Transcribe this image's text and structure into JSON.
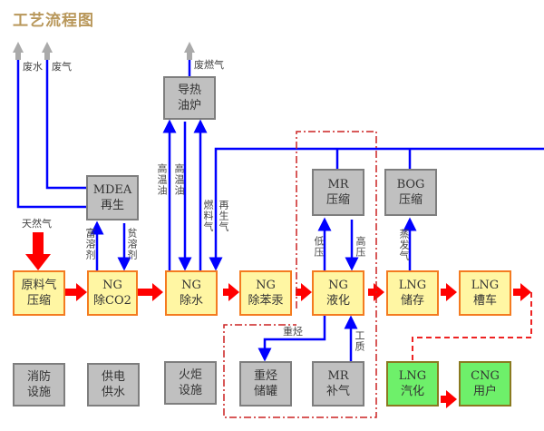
{
  "title": "工艺流程图",
  "colors": {
    "title": "#b8975a",
    "process_fill": "#fff6a3",
    "process_border": "#f47b20",
    "aux_fill": "#c0c0c0",
    "aux_border": "#7e7e7e",
    "green_fill": "#6ef06a",
    "main_flow": "#ff0000",
    "utility_flow": "#0000ff",
    "exhaust": "#aaaaaa",
    "boundary": "#cc2222"
  },
  "boxes": {
    "feed_compress": [
      "原料气",
      "压缩"
    ],
    "co2_removal": [
      "NG",
      "除CO2"
    ],
    "dehydration": [
      "NG",
      "除水"
    ],
    "benzene_hg_removal": [
      "NG",
      "除苯汞"
    ],
    "liquefaction": [
      "NG",
      "液化"
    ],
    "lng_storage": [
      "LNG",
      "储存"
    ],
    "lng_tanker": [
      "LNG",
      "槽车"
    ],
    "mdea_regen": [
      "MDEA",
      "再生"
    ],
    "heat_oil_furnace": [
      "导热",
      "油炉"
    ],
    "mr_compress": [
      "MR",
      "压缩"
    ],
    "bog_compress": [
      "BOG",
      "压缩"
    ],
    "heavy_hc_tank": [
      "重烃",
      "储罐"
    ],
    "mr_makeup": [
      "MR",
      "补气"
    ],
    "fire_protection": [
      "消防",
      "设施"
    ],
    "power_water": [
      "供电",
      "供水"
    ],
    "flare": [
      "火炬",
      "设施"
    ],
    "lng_vaporize": [
      "LNG",
      "汽化"
    ],
    "cng_user": [
      "CNG",
      "用户"
    ]
  },
  "labels": {
    "waste_water": "废水",
    "waste_gas": "废气",
    "waste_fuel_gas": "废燃气",
    "natural_gas": "天然气",
    "rich_solvent": "富溶剂",
    "lean_solvent": "贫溶剂",
    "hot_oil_1": "高温油",
    "hot_oil_2": "高温油",
    "fuel_gas": "燃料气",
    "regen_gas": "再生气",
    "low_pressure": "低压",
    "high_pressure": "高压",
    "boil_off": "蒸发气",
    "heavy_hc": "重烃",
    "working_fluid": "工质"
  }
}
